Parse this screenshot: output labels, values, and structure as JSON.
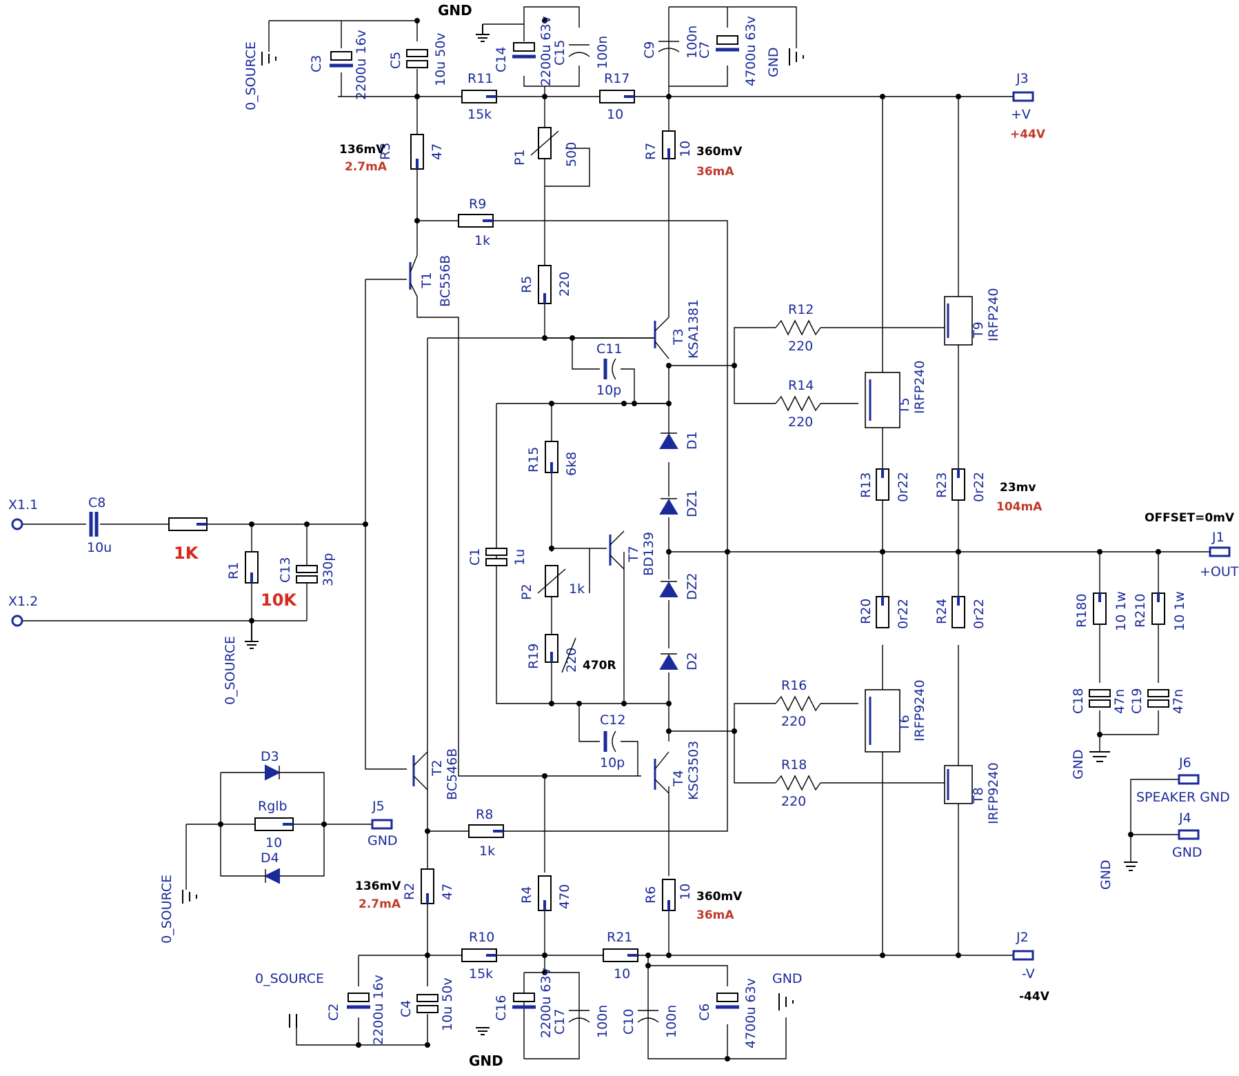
{
  "components": {
    "R1": {
      "ref": "R1",
      "value": "10K"
    },
    "R2": {
      "ref": "R2",
      "value": "47"
    },
    "R3": {
      "ref": "R3",
      "value": "47"
    },
    "R4": {
      "ref": "R4",
      "value": "470"
    },
    "R5": {
      "ref": "R5",
      "value": "220"
    },
    "R6": {
      "ref": "R6",
      "value": "10"
    },
    "R7": {
      "ref": "R7",
      "value": "10"
    },
    "R8": {
      "ref": "R8",
      "value": "1k"
    },
    "R9": {
      "ref": "R9",
      "value": "1k"
    },
    "R10": {
      "ref": "R10",
      "value": "15k"
    },
    "R11": {
      "ref": "R11",
      "value": "15k"
    },
    "R12": {
      "ref": "R12",
      "value": "220"
    },
    "R13": {
      "ref": "R13",
      "value": "0r22"
    },
    "R14": {
      "ref": "R14",
      "value": "220"
    },
    "R15": {
      "ref": "R15",
      "value": "6k8"
    },
    "R16": {
      "ref": "R16",
      "value": "220"
    },
    "R17": {
      "ref": "R17",
      "value": "10"
    },
    "R18": {
      "ref": "R18",
      "value": "220"
    },
    "R19": {
      "ref": "R19",
      "value": "220",
      "override": "470R"
    },
    "R20": {
      "ref": "R20",
      "value": "0r22"
    },
    "R21": {
      "ref": "R21",
      "value": "10"
    },
    "R23": {
      "ref": "R23",
      "value": "0r22"
    },
    "R24": {
      "ref": "R24",
      "value": "0r22"
    },
    "R180": {
      "ref": "R180",
      "value": "10 1w"
    },
    "R210": {
      "ref": "R210",
      "value": "10 1w"
    },
    "Rin": {
      "value": "1K"
    },
    "Rglb": {
      "ref": "Rglb",
      "value": "10"
    },
    "P1": {
      "ref": "P1",
      "value": "500"
    },
    "P2": {
      "ref": "P2",
      "value": "1k"
    },
    "C1": {
      "ref": "C1",
      "value": "1u"
    },
    "C2": {
      "ref": "C2",
      "value": "2200u 16v"
    },
    "C3": {
      "ref": "C3",
      "value": "2200u 16v"
    },
    "C4": {
      "ref": "C4",
      "value": "10u 50v"
    },
    "C5": {
      "ref": "C5",
      "value": "10u 50v"
    },
    "C6": {
      "ref": "C6",
      "value": "4700u 63v"
    },
    "C7": {
      "ref": "C7",
      "value": "4700u 63v"
    },
    "C8": {
      "ref": "C8",
      "value": "10u"
    },
    "C9": {
      "ref": "C9",
      "value": "100n"
    },
    "C10": {
      "ref": "C10",
      "value": "100n"
    },
    "C11": {
      "ref": "C11",
      "value": "10p"
    },
    "C12": {
      "ref": "C12",
      "value": "10p"
    },
    "C13": {
      "ref": "C13",
      "value": "330p"
    },
    "C14": {
      "ref": "C14",
      "value": "2200u 63v"
    },
    "C15": {
      "ref": "C15",
      "value": "100n"
    },
    "C16": {
      "ref": "C16",
      "value": "2200u 63v"
    },
    "C17": {
      "ref": "C17",
      "value": "100n"
    },
    "C18": {
      "ref": "C18",
      "value": "47n"
    },
    "C19": {
      "ref": "C19",
      "value": "47n"
    },
    "T1": {
      "ref": "T1",
      "value": "BC556B"
    },
    "T2": {
      "ref": "T2",
      "value": "BC546B"
    },
    "T3": {
      "ref": "T3",
      "value": "KSA1381"
    },
    "T4": {
      "ref": "T4",
      "value": "KSC3503"
    },
    "T5": {
      "ref": "T5",
      "value": "IRFP240"
    },
    "T6": {
      "ref": "T6",
      "value": "IRFP9240"
    },
    "T7": {
      "ref": "T7",
      "value": "BD139"
    },
    "T8": {
      "ref": "T8",
      "value": "IRFP9240"
    },
    "T9": {
      "ref": "T9",
      "value": "IRFP240"
    },
    "D1": {
      "ref": "D1"
    },
    "D2": {
      "ref": "D2"
    },
    "D3": {
      "ref": "D3"
    },
    "D4": {
      "ref": "D4"
    },
    "DZ1": {
      "ref": "DZ1"
    },
    "DZ2": {
      "ref": "DZ2"
    }
  },
  "connectors": {
    "X1_1": "X1.1",
    "X1_2": "X1.2",
    "J1": {
      "ref": "J1",
      "label": "+OUT"
    },
    "J2": {
      "ref": "J2",
      "label": "-V"
    },
    "J3": {
      "ref": "J3",
      "label": "+V"
    },
    "J4": {
      "ref": "J4",
      "label": "GND"
    },
    "J5": {
      "ref": "J5",
      "label": "GND"
    },
    "J6": {
      "ref": "J6",
      "label": "SPEAKER GND"
    }
  },
  "nets": {
    "gnd": "GND",
    "source": "0_SOURCE"
  },
  "annotations": {
    "r3_voltage": "136mV",
    "r3_current": "2.7mA",
    "r2_voltage": "136mV",
    "r2_current": "2.7mA",
    "r7_voltage": "360mV",
    "r7_current": "36mA",
    "r6_voltage": "360mV",
    "r6_current": "36mA",
    "r23_voltage": "23mv",
    "r23_current": "104mA",
    "offset": "OFFSET=0mV",
    "vplus": "+44V",
    "vminus": "-44V"
  }
}
